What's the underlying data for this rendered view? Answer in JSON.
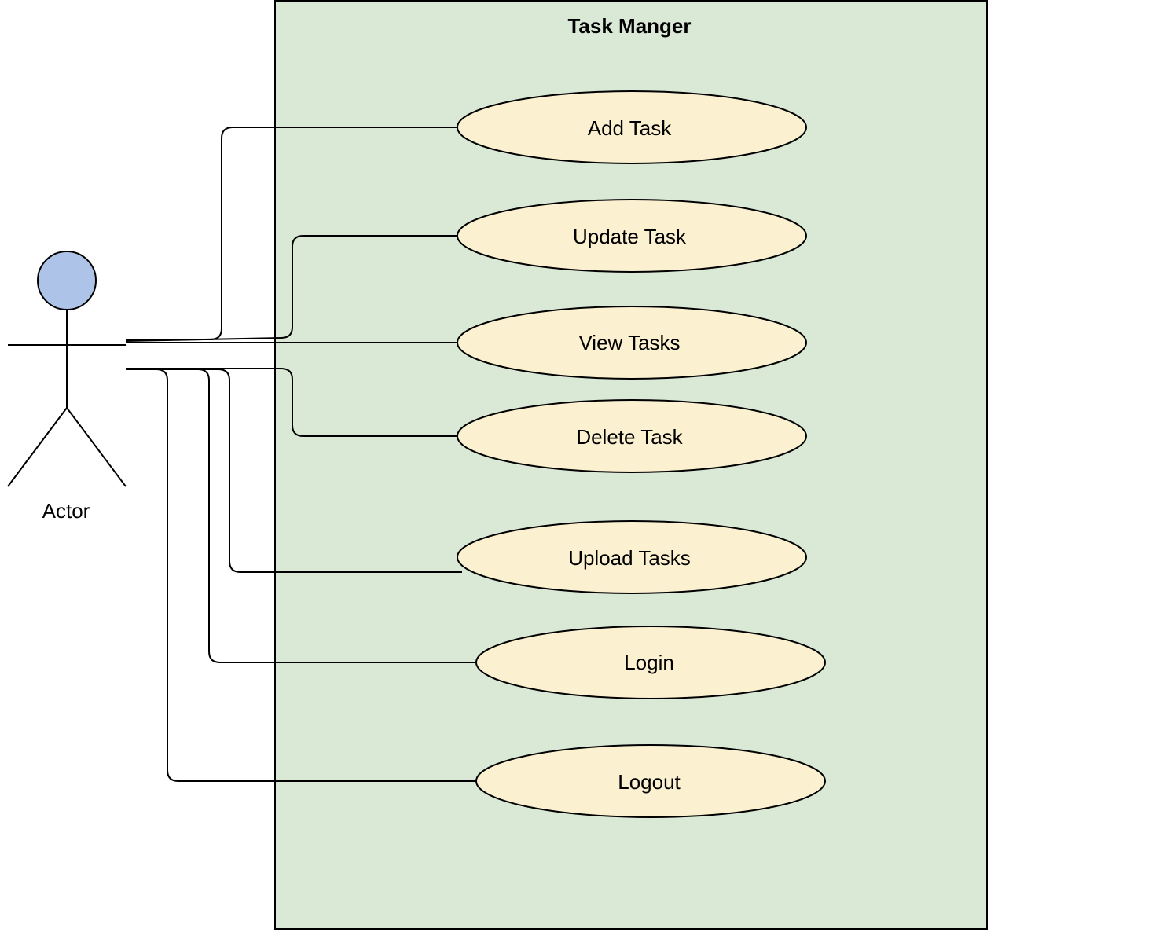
{
  "system": {
    "title": "Task Manger",
    "fill": "#dae8d6"
  },
  "actor": {
    "label": "Actor",
    "head_fill": "#aec3e8"
  },
  "use_case_fill": "#fbf1d0",
  "use_cases": [
    {
      "id": "add-task",
      "label": "Add Task"
    },
    {
      "id": "update-task",
      "label": "Update Task"
    },
    {
      "id": "view-tasks",
      "label": "View Tasks"
    },
    {
      "id": "delete-task",
      "label": "Delete Task"
    },
    {
      "id": "upload-tasks",
      "label": "Upload Tasks"
    },
    {
      "id": "login",
      "label": "Login"
    },
    {
      "id": "logout",
      "label": "Logout"
    }
  ]
}
